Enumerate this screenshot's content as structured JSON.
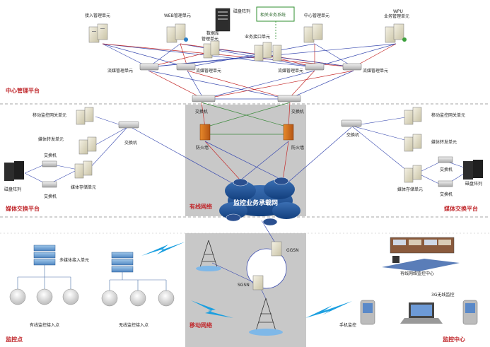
{
  "zones": {
    "center": "中心管理平台",
    "media_left": "媒体交换平台",
    "media_right": "媒体交换平台",
    "wired": "有线网络",
    "mobile": "移动网络",
    "monitor_point": "监控点",
    "monitor_center": "监控中心"
  },
  "top": {
    "access_mgmt": "接入管理单元",
    "web_mgmt": "WEB管理单元",
    "disk_array": "磁盘阵列",
    "related_system": "相关业务系统",
    "db_mgmt": "数据库\n管理单元",
    "biz_interface": "业务接口单元",
    "center_mgmt": "中心管理单元",
    "wpu": "WPU\n业务管理单元",
    "stream_mgmt": "流媒管理单元"
  },
  "mid": {
    "switch": "交换机",
    "firewall": "防火墙",
    "cloud": "监控业务承载网"
  },
  "left": {
    "mobile_gw": "移动监控网关单元",
    "media_fwd": "媒体转发单元",
    "switch": "交换机",
    "disk_array": "磁盘阵列",
    "media_store": "媒体存储单元"
  },
  "right": {
    "mobile_gw": "移动监控网关单元",
    "media_fwd": "媒体转发单元",
    "switch": "交换机",
    "disk_array": "磁盘阵列",
    "media_store": "媒体存储单元"
  },
  "bottom": {
    "multi_access": "多媒体接入单元",
    "wired_point": "有线监控接入点",
    "wireless_point": "无线监控接入点",
    "ggsn": "GGSN",
    "sgsn": "SGSN",
    "wired_center": "有线网络监控中心",
    "g3_monitor": "3G无线监控",
    "phone_monitor": "手机监控"
  },
  "colors": {
    "zone_red": "#c0282c",
    "net_gray": "#c8c8c8",
    "line_blue": "#3a4bb0",
    "line_red": "#c42a2a",
    "line_green": "#3d8a3d",
    "bolt_blue": "#1b9fe0"
  }
}
